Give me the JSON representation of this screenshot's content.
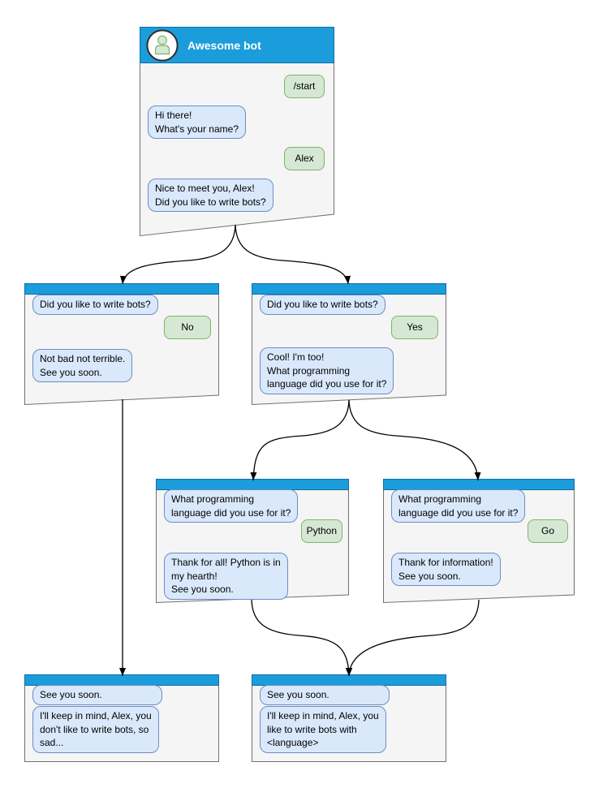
{
  "colors": {
    "header_blue": "#1B9DDB",
    "header_border": "#0E6EA8",
    "window_fill": "#F5F5F5",
    "window_border": "#707070",
    "bot_bubble_fill": "#DAE8FC",
    "bot_bubble_border": "#6C8EBF",
    "user_bubble_fill": "#D5E8D4",
    "user_bubble_border": "#82B366",
    "connector": "#000000"
  },
  "windows": {
    "root": {
      "title": "Awesome bot",
      "messages": [
        {
          "sender": "user",
          "text": "/start"
        },
        {
          "sender": "bot",
          "text": "Hi there!\nWhat's your name?"
        },
        {
          "sender": "user",
          "text": "Alex"
        },
        {
          "sender": "bot",
          "text": "Nice to meet you, Alex!\nDid you like to write bots?"
        }
      ]
    },
    "branch_no": {
      "messages": [
        {
          "sender": "bot",
          "text": "Did you like to write bots?"
        },
        {
          "sender": "user",
          "text": "No"
        },
        {
          "sender": "bot",
          "text": "Not bad not terrible.\nSee you soon."
        }
      ]
    },
    "branch_yes": {
      "messages": [
        {
          "sender": "bot",
          "text": "Did you like to write bots?"
        },
        {
          "sender": "user",
          "text": "Yes"
        },
        {
          "sender": "bot",
          "text": "Cool! I'm too!\nWhat programming\nlanguage did you use for it?"
        }
      ]
    },
    "branch_python": {
      "messages": [
        {
          "sender": "bot",
          "text": "What programming\nlanguage did you use for it?"
        },
        {
          "sender": "user",
          "text": "Python"
        },
        {
          "sender": "bot",
          "text": "Thank for all! Python is in\nmy hearth!\nSee you soon."
        }
      ]
    },
    "branch_go": {
      "messages": [
        {
          "sender": "bot",
          "text": "What programming\nlanguage did you use for it?"
        },
        {
          "sender": "user",
          "text": "Go"
        },
        {
          "sender": "bot",
          "text": "Thank for information!\nSee you soon."
        }
      ]
    },
    "end_no": {
      "messages": [
        {
          "sender": "bot",
          "text": "See you soon."
        },
        {
          "sender": "bot",
          "text": "I'll keep in mind, Alex, you\ndon't like to write bots, so\nsad..."
        }
      ]
    },
    "end_language": {
      "messages": [
        {
          "sender": "bot",
          "text": "See you soon."
        },
        {
          "sender": "bot",
          "text": "I'll keep in mind, Alex, you\nlike to write bots with\n<language>"
        }
      ]
    }
  },
  "connections": [
    {
      "from": "root",
      "to": "branch_no"
    },
    {
      "from": "root",
      "to": "branch_yes"
    },
    {
      "from": "branch_no",
      "to": "end_no"
    },
    {
      "from": "branch_yes",
      "to": "branch_python"
    },
    {
      "from": "branch_yes",
      "to": "branch_go"
    },
    {
      "from": "branch_python",
      "to": "end_language"
    },
    {
      "from": "branch_go",
      "to": "end_language"
    }
  ]
}
